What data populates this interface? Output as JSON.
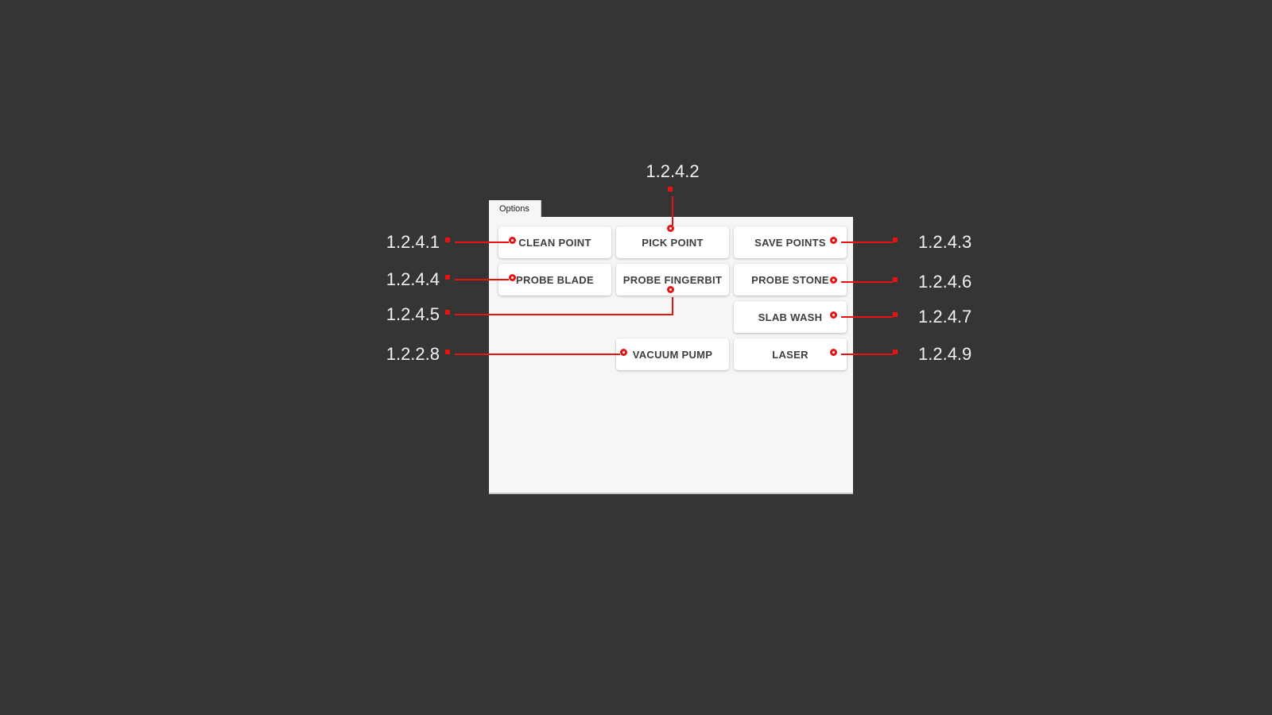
{
  "colors": {
    "red": "#e91212",
    "bg": "#353535",
    "panel": "#f6f6f6",
    "btn_text": "#3e3e3e",
    "label_text": "#f2f2f2"
  },
  "window": {
    "tab_label": "Options"
  },
  "buttons": [
    {
      "label": "CLEAN POINT"
    },
    {
      "label": "PICK POINT"
    },
    {
      "label": "SAVE POINTS"
    },
    {
      "label": "PROBE BLADE"
    },
    {
      "label": "PROBE FINGERBIT"
    },
    {
      "label": "PROBE STONE"
    },
    {
      "label": "SLAB WASH"
    },
    {
      "label": "VACUUM PUMP"
    },
    {
      "label": "LASER"
    }
  ],
  "callouts": [
    {
      "ref": "1.2.4.1",
      "target": "CLEAN POINT",
      "position": "left"
    },
    {
      "ref": "1.2.4.2",
      "target": "PICK POINT",
      "position": "top"
    },
    {
      "ref": "1.2.4.3",
      "target": "SAVE POINTS",
      "position": "right"
    },
    {
      "ref": "1.2.4.4",
      "target": "PROBE BLADE",
      "position": "left"
    },
    {
      "ref": "1.2.4.5",
      "target": "PROBE FINGERBIT",
      "position": "left"
    },
    {
      "ref": "1.2.4.6",
      "target": "PROBE STONE",
      "position": "right"
    },
    {
      "ref": "1.2.4.7",
      "target": "SLAB WASH",
      "position": "right"
    },
    {
      "ref": "1.2.2.8",
      "target": "VACUUM PUMP",
      "position": "left"
    },
    {
      "ref": "1.2.4.9",
      "target": "LASER",
      "position": "right"
    }
  ]
}
